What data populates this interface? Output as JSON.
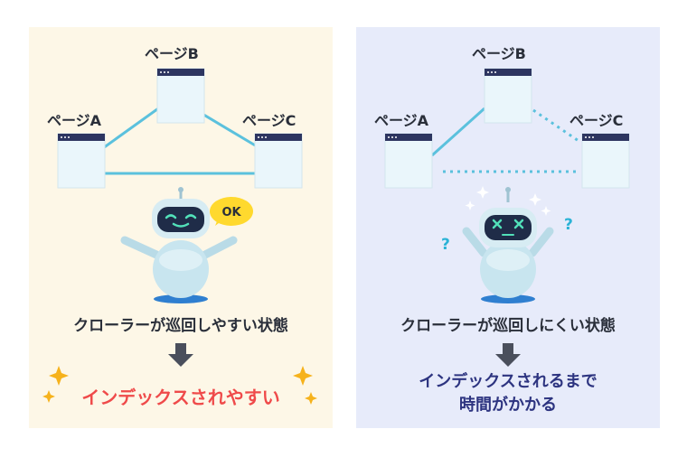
{
  "left_panel": {
    "page_b": "ページB",
    "page_a": "ページA",
    "page_c": "ページC",
    "bubble": "OK",
    "state": "クローラーが巡回しやすい状態",
    "result": "インデックスされやすい"
  },
  "right_panel": {
    "page_b": "ページB",
    "page_a": "ページA",
    "page_c": "ページC",
    "state": "クローラーが巡回しにくい状態",
    "result_line1": "インデックスされるまで",
    "result_line2": "時間がかかる"
  },
  "colors": {
    "left_bg": "#fdf7e7",
    "right_bg": "#e7ebfa",
    "link_line": "#5bc1dd",
    "good_text": "#ef4a4a",
    "slow_text": "#2d3480",
    "window_bar": "#2d3560",
    "window_body": "#eaf6fb"
  }
}
